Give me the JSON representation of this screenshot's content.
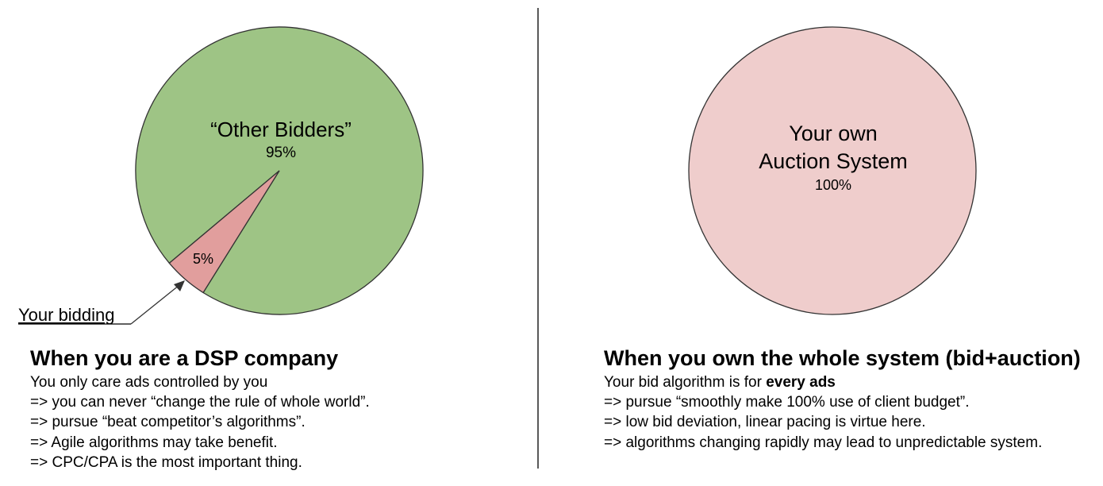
{
  "colors": {
    "green_slice": "#9ec485",
    "pink_slice": "#e19e9d",
    "own_circle": "#efcdcc",
    "outline": "#333333",
    "divider": "#222222"
  },
  "left_pie": {
    "chart_data": {
      "type": "pie",
      "slices": [
        {
          "label": "“Other Bidders”",
          "value": 95,
          "value_label": "95%",
          "color": "#9ec485"
        },
        {
          "label": "",
          "value": 5,
          "value_label": "5%",
          "color": "#e19e9d"
        }
      ]
    },
    "annotation": "Your bidding"
  },
  "right_pie": {
    "chart_data": {
      "type": "pie",
      "slices": [
        {
          "label_lines": [
            "Your own",
            "Auction System"
          ],
          "value": 100,
          "value_label": "100%",
          "color": "#efcdcc"
        }
      ]
    }
  },
  "left_text": {
    "heading": "When you are a DSP company",
    "lines": [
      "You only care ads controlled by you",
      "=> you can never “change the rule of whole world”.",
      "=> pursue “beat competitor’s algorithms”.",
      "=> Agile algorithms may take benefit.",
      "=> CPC/CPA is the most important thing."
    ]
  },
  "right_text": {
    "heading": "When you own the whole system (bid+auction)",
    "line1_prefix": "Your bid algorithm is for ",
    "line1_bold": "every ads",
    "lines": [
      "=> pursue “smoothly make 100% use of client budget”.",
      "=> low bid deviation, linear pacing is virtue here.",
      "=> algorithms changing rapidly may lead to unpredictable system."
    ]
  }
}
